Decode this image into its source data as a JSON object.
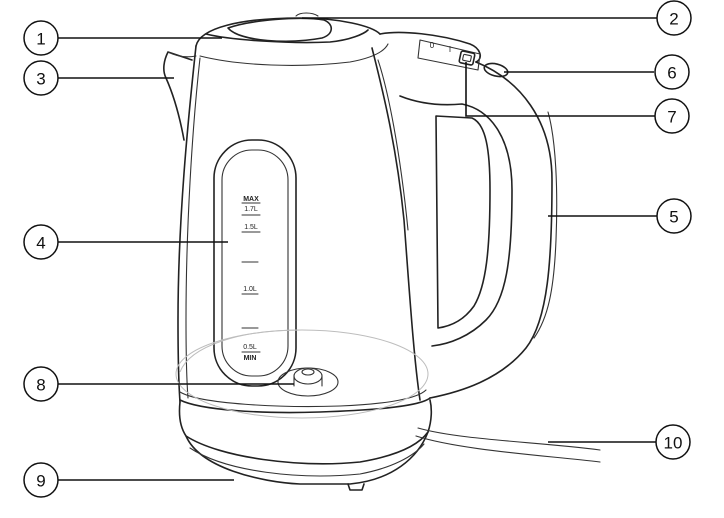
{
  "callouts": [
    {
      "number": "1"
    },
    {
      "number": "2"
    },
    {
      "number": "3"
    },
    {
      "number": "4"
    },
    {
      "number": "5"
    },
    {
      "number": "6"
    },
    {
      "number": "7"
    },
    {
      "number": "8"
    },
    {
      "number": "9"
    },
    {
      "number": "10"
    }
  ],
  "water_window": {
    "max_label": "MAX",
    "max_volume": "1.7L",
    "mark_1_5": "1.5L",
    "mark_1_0": "1.0L",
    "min_volume": "0.5L",
    "min_label": "MIN"
  },
  "switch": {
    "off_label": "0",
    "on_label": "I"
  },
  "colors": {
    "line": "#222222",
    "background": "#ffffff"
  }
}
